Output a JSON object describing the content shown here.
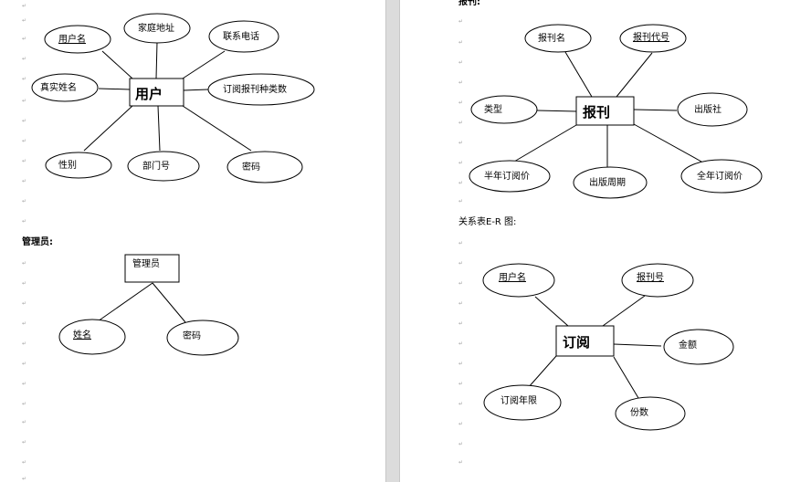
{
  "document": {
    "left_page": {
      "user_entity": {
        "entity": "用户",
        "attributes": [
          "用户名",
          "家庭地址",
          "联系电话",
          "真实姓名",
          "订阅报刊种类数",
          "性别",
          "部门号",
          "密码"
        ],
        "key_attribute": "用户名"
      },
      "admin_section_label": "管理员:",
      "admin_entity": {
        "entity": "管理员",
        "attributes": [
          "姓名",
          "密码"
        ],
        "key_attribute": "姓名"
      }
    },
    "right_page": {
      "newspaper_section_label": "报刊:",
      "newspaper_entity": {
        "entity": "报刊",
        "attributes": [
          "报刊名",
          "报刊代号",
          "类型",
          "出版社",
          "半年订阅价",
          "出版周期",
          "全年订阅价"
        ],
        "key_attribute": "报刊代号"
      },
      "relation_section_label": "关系表E-R 图:",
      "subscription_relation": {
        "entity": "订阅",
        "attributes": [
          "用户名",
          "报刊号",
          "金额",
          "订阅年限",
          "份数"
        ],
        "key_attributes": [
          "用户名",
          "报刊号"
        ]
      }
    }
  }
}
